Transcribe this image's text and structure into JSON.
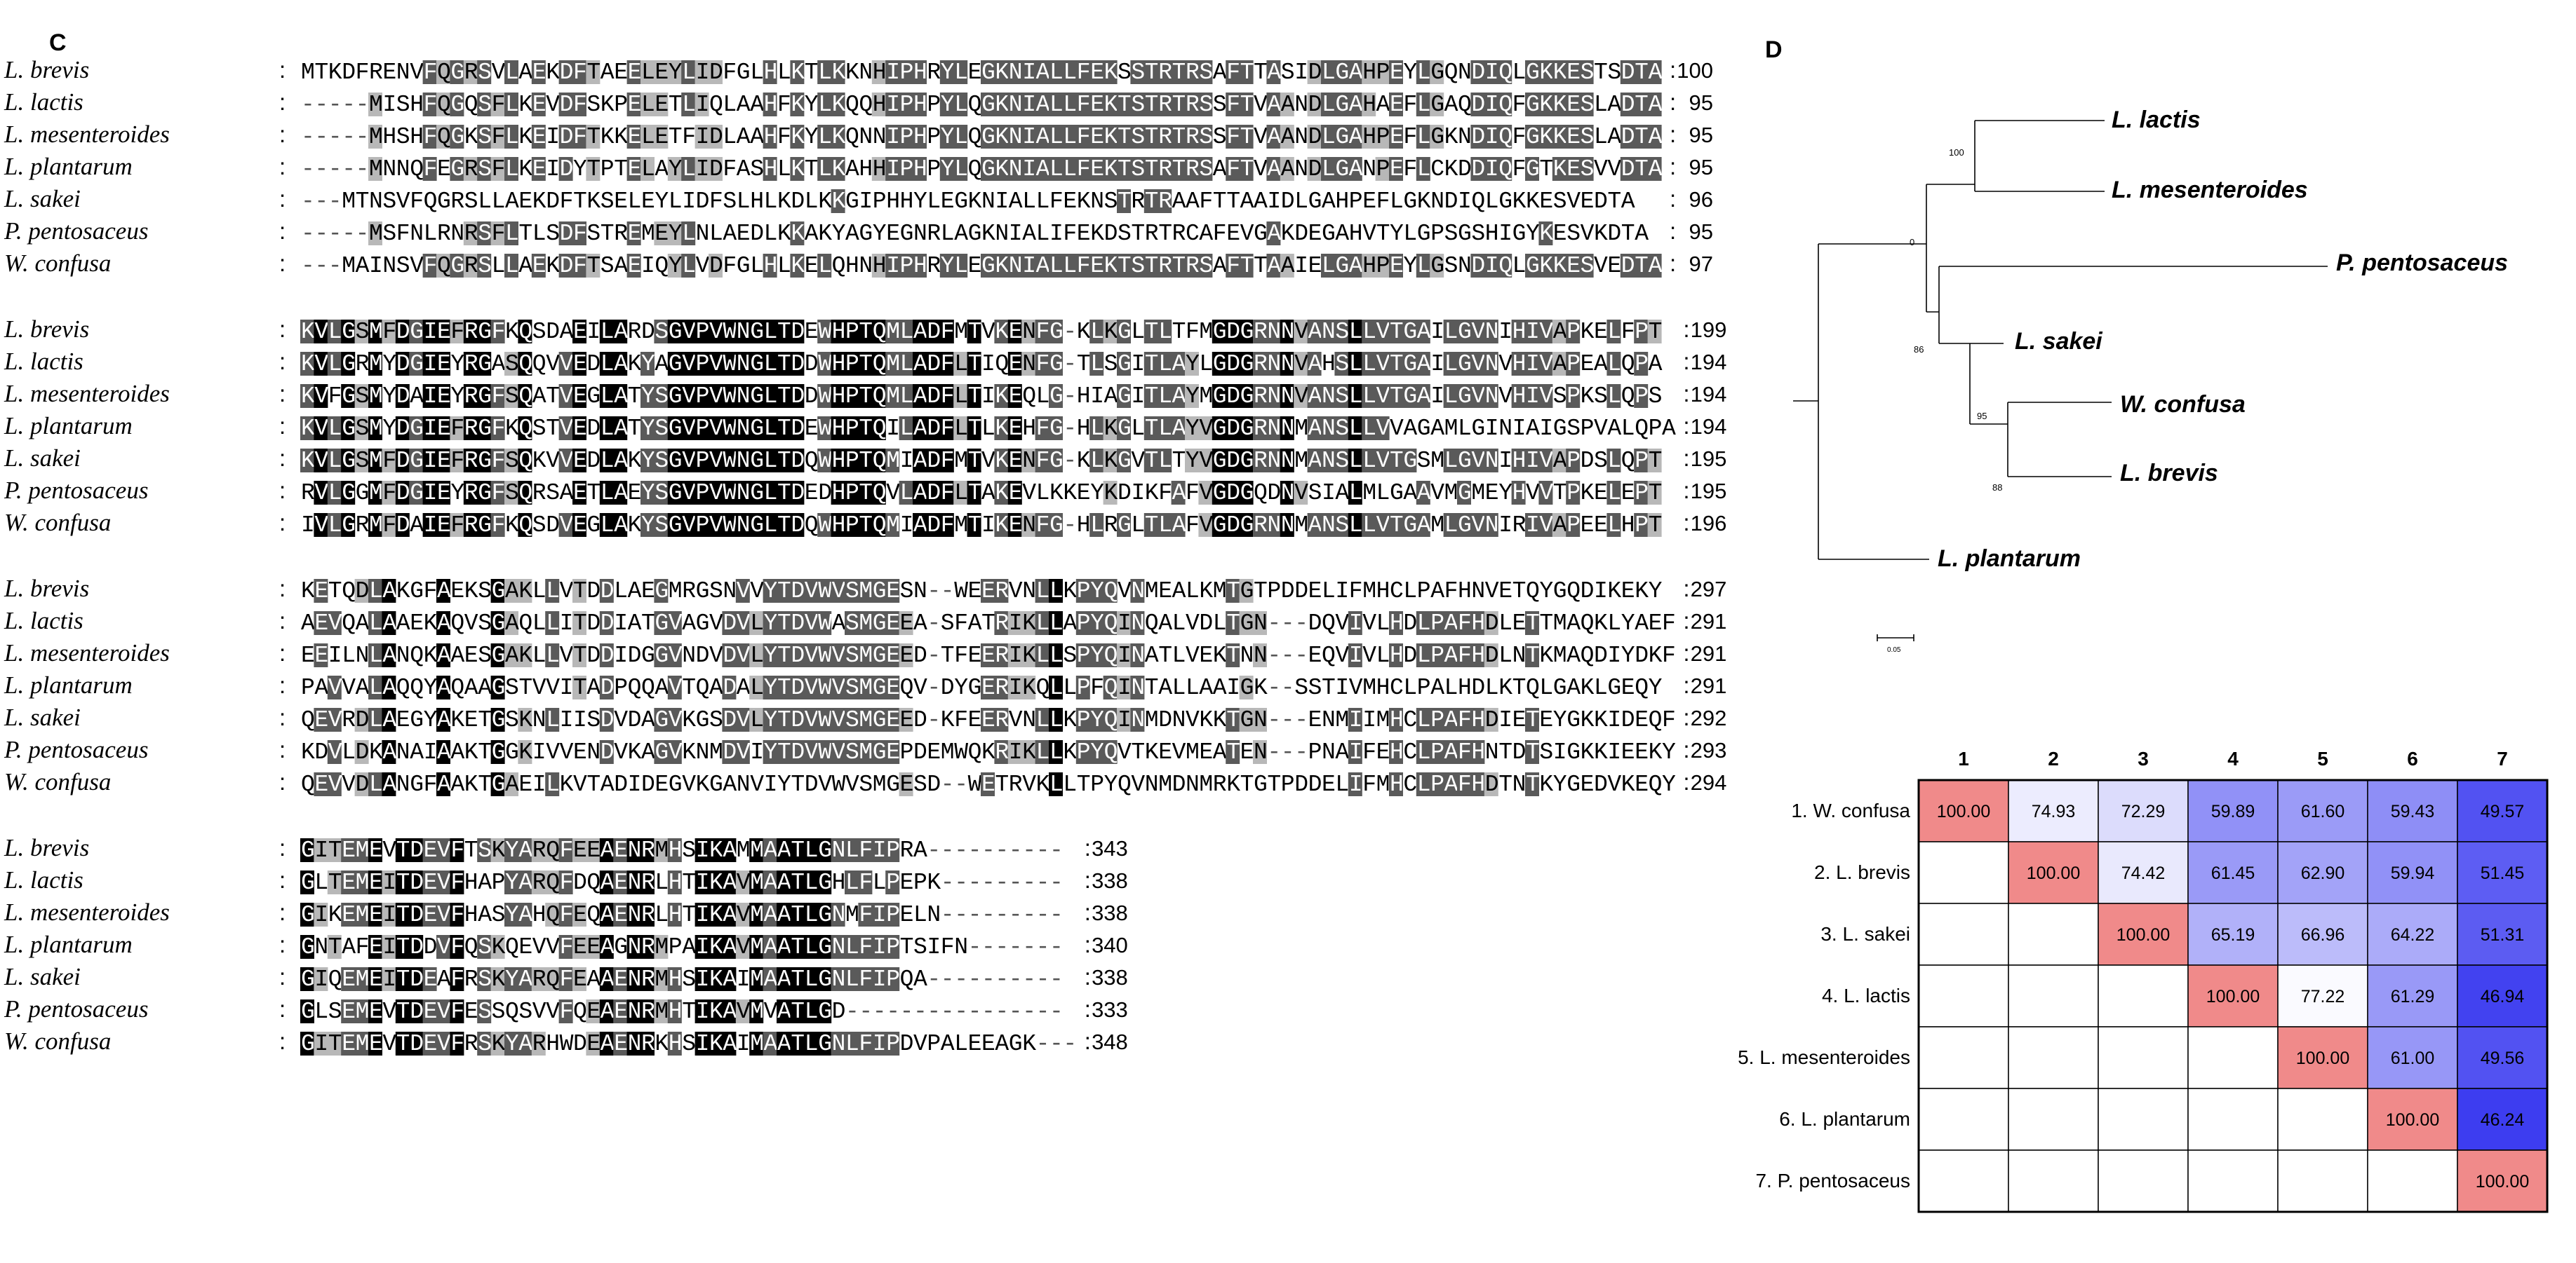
{
  "panels": {
    "alignment_label": "C",
    "tree_label": "D"
  },
  "alignment": {
    "names": [
      "L. brevis",
      "L. lactis",
      "L. mesenteroides",
      "L. plantarum",
      "L. sakei",
      "P. pentosaceus",
      "W. confusa"
    ],
    "blocks": [
      {
        "seqs": [
          "MTKDFRENVFQGRSVLAEKDFTAEELEYLIDFGLHLKTLKKNHIPHRYLEGKNIALLFEKSSTRTRSAFTTASIDLGAHPEYLGQNDIQLGKKESTSDTA",
          "-----MISHFQGQSFLKEVDFSKPELETLIQLAAHFKYLKQQHIPHPYLQGKNIALLFEKTSTRTRSSFTVAANDLGAHAEFLGAQDIQFGKKESLADTA",
          "-----MHSHFQGKSFLKEIDFTKKELETFIDLAAHFKYLKQNNIPHPYLQGKNIALLFEKTSTRTRSSFTVAANDLGAHPEFLGKNDIQFGKKESLADTA",
          "-----MNNQFEGRSFLKEIDYTPTELAYLIDFASHLKTLKAHHIPHPYLQGKNIALLFEKTSTRTRSAFTVAANDLGANPEFLCKDDIQFGTKESVVDTA",
          "---MTNSVFQGRSLLAEKDFTKSELEYLIDFSLHLKDLKKGIPHHYLEGKNIALLFEKNSTRTRAAFTTAAIDLGAHPEFLGKNDIQLGKKESVEDTA",
          "-----MSFNLRNRSFLTLSDFSTREMEYLNLAEDLKKAKYAGYEGNRLAGKNIALIFEKDSTRTRCAFEVGAKDEGAHVTYLGPSGSHIGYKESVKDTA",
          "---MAINSVFQGRSLLAEKDFTSAEIQYLVDFGLHLKELQHNHIPHRYLEGKNIALLFEKTSTRTRSAFTTAAIELGAHPEYLGSNDIQLGKKESVEDTA"
        ],
        "ends": [
          "100",
          "95",
          "95",
          "95",
          "96",
          "95",
          "97"
        ]
      },
      {
        "seqs": [
          "KVLGSMFDGIEFRGFKQSDAEILARDSGVPVWNGLTDEWHPTQMLADFMTVKENFG-KLKGLTLTFMGDGRNNVANSLLVTGAILGVNIHIVAPKELFPT",
          "KVLGRMYDGIEYRGASQQVVEDLAKYAGVPVWNGLTDDWHPTQMLADFLTIQENFG-TLSGITLAYLGDGRNNVAHSLLVTGAILGVNVHIVAPEALQPA",
          "KVFGSMYDAIEYRGFSQATVEGLATYSGVPVWNGLTDDWHPTQMLADFLTIKEQLG-HIAGITLAYMGDGRNNVANSLLVTGAILGVNVHIVSPKSLQPS",
          "KVLGSMYDGIEFRGFKQSTVEDLATYSGVPVWNGLTDEWHPTQILADFLTLKEHFG-HLKGLTLAYVGDGRNNMANSLLVVAGAMLGINIAIGSPVALQPA",
          "KVLGSMFDGIEFRGFSQKVVEDLAKYSGVPVWNGLTDQWHPTQMIADFMTVKENFG-KLKGVTLTYVGDGRNNMANSLLVTGSMLGVNIHIVAPDSLQPT",
          "RVLGGMFDGIEYRGFSQRSAETLAEYSGVPVWNGLTDEDHPTQVLADFLTAKEVLKKEYKDIKFAFVGDGQDNVSIALMLGAAVMGMEYHVVTPKELEPT",
          "IVLGRMFDAIEFRGFKQSDVEGLAKYSGVPVWNGLTDQWHPTQMIADFMTIKENFG-HLRGLTLAFVGDGRNNMANSLLVTGAMLGVNIRIVAPEELHPT"
        ],
        "ends": [
          "199",
          "194",
          "194",
          "194",
          "195",
          "195",
          "196"
        ]
      },
      {
        "seqs": [
          "KETQDLAKGFAEKSGAKLLVTDDLAEGMRGSNVVYTDVWVSMGESN--WEERVNLLKPYQVNMEALKMTGTPDDELIFMHCLPAFHNVETQYGQDIKEKY",
          "AEVQALAAEKAQVSGAQLLITDDIATGVAGVDVLYTDVWASMGEEA-SFATRIKLLAPYQINQALVDLTGN---DQVIVLHDLPAFHDLETTMAQKLYAEF",
          "EEILNLANQKAAESGAKLLVTDDIDGGVNDVDVLYTDVWVSMGEED-TFEERIKLLSPYQINATLVEKTNN---EQVIVLHDLPAFHDLNTKMAQDIYDKF",
          "PAVVALAQQYAQAAGSTVVITADPQQAVTQADALYTDVWVSMGEQV-DYGERIKQLLPFQINTALLAAIGK--SSTIVMHCLPALHDLKTQLGAKLGEQY",
          "QEVRDLAEGYAKETGSKNLIISDVDAGVKGSDVLYTDVWVSMGEED-KFEERVNLLKPYQINMDNVKKTGN---ENMIIMHCLPAFHDIETEYGKKIDEQF",
          "KDVLDKANAIAAKTGGKIVVENDVKAGVKNMDVIYTDVWVSMGEPDEMWQKRIKLLKPYQVTKEVMEATEN---PNAIFEHCLPAFHNTDTSIGKKIEEKY",
          "QEVVDLANGFAAKTGAEILKVTADIDEGVKGANVIYTDVWVSMGESD--WETRVKLLTPYQVNMDNMRKTGTPDDELIFMHCLPAFHDTNTKYGEDVKEQY"
        ],
        "ends": [
          "297",
          "291",
          "291",
          "291",
          "292",
          "293",
          "294"
        ]
      },
      {
        "seqs": [
          "GITEMEVTDEVFTSKYARQFEEAENRMHSIKAMMAATLGNLFIPRA----------",
          "GLTEMEITDEVFHAPYARQFDQAENRLHTIKAVMAATLGHLFLPEPK---------",
          "GIKEMEITDEVFHASYAHQFEQAENRLHTIKAVMAATLGNMFIPELN---------",
          "GNTAFEITDDVFQSKQEVVFEEAGNRMPAIKAVMAATLGNLFIPTSIFN-------",
          "GIQEMEITDEAFRSKYARQFEAAENRMHSIKAIMAATLGNLFIPQA----------",
          "GLSEMEVTDEVFESSQSVVFQEAENRMHTIKAVMVATLGD----------------",
          "GITEMEVTDEVFRSKYARHWDEAENRKHSIKAIMAATLGNLFIPDVPALEEAGK---"
        ],
        "ends": [
          "343",
          "338",
          "338",
          "340",
          "338",
          "333",
          "348"
        ]
      }
    ]
  },
  "tree": {
    "tips": [
      "L. lactis",
      "L. mesenteroides",
      "P. pentosaceus",
      "L. sakei",
      "W. confusa",
      "L. brevis",
      "L. plantarum"
    ],
    "bootstrap": [
      "100",
      "0",
      "86",
      "95",
      "88"
    ],
    "scale_label": "0.05"
  },
  "matrix": {
    "col_headers": [
      "1",
      "2",
      "3",
      "4",
      "5",
      "6",
      "7"
    ],
    "row_labels": [
      "1. W. confusa",
      "2. L. brevis",
      "3. L. sakei",
      "4. L. lactis",
      "5. L. mesenteroides",
      "6. L. plantarum",
      "7. P. pentosaceus"
    ],
    "rows": [
      [
        "100.00",
        "74.93",
        "72.29",
        "59.89",
        "61.60",
        "59.43",
        "49.57"
      ],
      [
        "",
        "100.00",
        "74.42",
        "61.45",
        "62.90",
        "59.94",
        "51.45"
      ],
      [
        "",
        "",
        "100.00",
        "65.19",
        "66.96",
        "64.22",
        "51.31"
      ],
      [
        "",
        "",
        "",
        "100.00",
        "77.22",
        "61.29",
        "46.94"
      ],
      [
        "",
        "",
        "",
        "",
        "100.00",
        "61.00",
        "49.56"
      ],
      [
        "",
        "",
        "",
        "",
        "",
        "100.00",
        "46.24"
      ],
      [
        "",
        "",
        "",
        "",
        "",
        "",
        "100.00"
      ]
    ],
    "colors": {
      "diagonal": "#f08a8a",
      "low": "#3c3cf0",
      "high": "#ffffff",
      "border": "#000000"
    }
  }
}
